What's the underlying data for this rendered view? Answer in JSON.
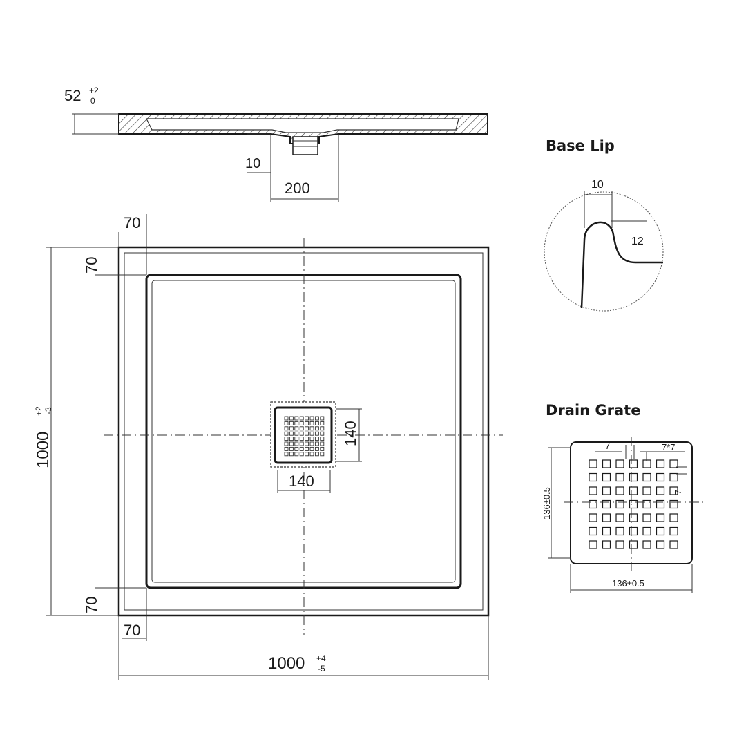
{
  "side_view": {
    "height": "52",
    "height_tol_upper": "+2",
    "height_tol_lower": "0",
    "waste_depth": "10",
    "waste_width": "200"
  },
  "plan_view": {
    "rim_top": "70",
    "rim_left": "70",
    "rim_bottom_left": "70",
    "rim_bottom": "70",
    "height": "1000",
    "height_tol_upper": "+2",
    "height_tol_lower": "-3",
    "width": "1000",
    "width_tol_upper": "+4",
    "width_tol_lower": "-5",
    "drain_width": "140",
    "drain_height": "140"
  },
  "base_lip": {
    "title": "Base Lip",
    "width": "10",
    "radius": "12"
  },
  "drain_grate": {
    "title": "Drain Grate",
    "hole_spacing": "7",
    "hole_size": "7*7",
    "edge": "7",
    "height": "136±0.5",
    "width": "136±0.5"
  }
}
